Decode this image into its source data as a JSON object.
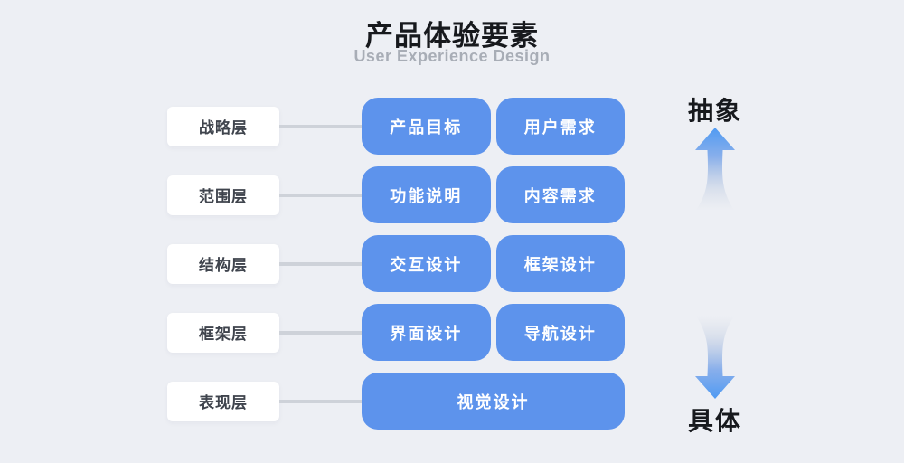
{
  "header": {
    "title": "产品体验要素",
    "subtitle": "User Experience Design"
  },
  "rows": [
    {
      "layer": "战略层",
      "items": [
        "产品目标",
        "用户需求"
      ]
    },
    {
      "layer": "范围层",
      "items": [
        "功能说明",
        "内容需求"
      ]
    },
    {
      "layer": "结构层",
      "items": [
        "交互设计",
        "框架设计"
      ]
    },
    {
      "layer": "框架层",
      "items": [
        "界面设计",
        "导航设计"
      ]
    },
    {
      "layer": "表现层",
      "items": [
        "视觉设计"
      ]
    }
  ],
  "axis": {
    "top_label": "抽象",
    "bottom_label": "具体"
  },
  "icons": {
    "up_arrow": "gradient-arrow-up",
    "down_arrow": "gradient-arrow-down"
  },
  "colors": {
    "background": "#edeff4",
    "card_blue": "#5d93ec",
    "card_text": "#ffffff",
    "label_bg": "#ffffff",
    "label_text": "#3f444d",
    "connector": "#ced2d9",
    "arrow_blue": "#4e9af3",
    "title": "#17191d",
    "subtitle": "#a8adb6"
  }
}
